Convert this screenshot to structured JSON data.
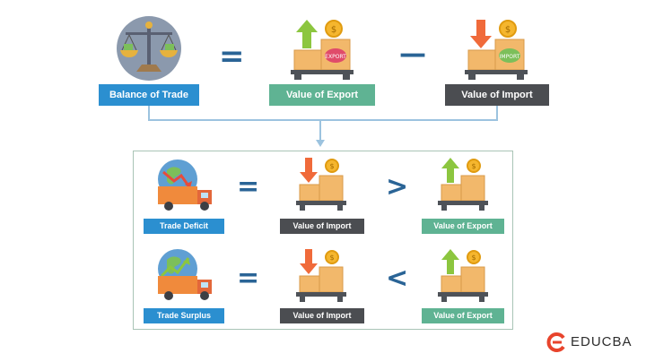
{
  "top": {
    "balance_label": "Balance of Trade",
    "export_label": "Value of Export",
    "import_label": "Value of Import",
    "equals": "=",
    "minus": "—"
  },
  "row_deficit": {
    "label": "Trade Deficit",
    "equals": "=",
    "import_label": "Value of Import",
    "comparator": ">",
    "export_label": "Value of Export"
  },
  "row_surplus": {
    "label": "Trade Surplus",
    "equals": "=",
    "import_label": "Value of Import",
    "comparator": "<",
    "export_label": "Value of Export"
  },
  "box_text": {
    "export": "EXPORT",
    "import": "IMPORT"
  },
  "logo": {
    "text": "EDUCBA"
  },
  "colors": {
    "blue": "#2b8fd0",
    "green": "#5fb393",
    "dark": "#4b4d51",
    "operator": "#2a6496",
    "connector": "#9cc3df",
    "brand": "#e8442c"
  }
}
